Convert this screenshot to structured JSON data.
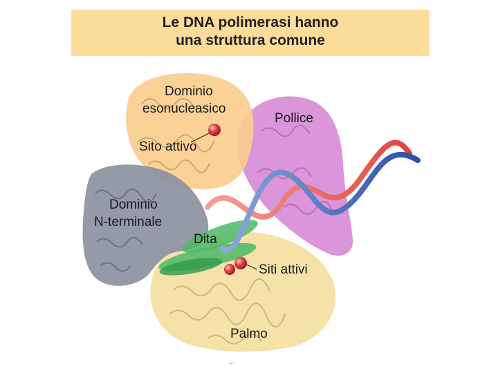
{
  "title": {
    "line1": "Le DNA polimerasi hanno",
    "line2": "una struttura comune"
  },
  "labels": {
    "exonuclease_domain_line1": "Dominio",
    "exonuclease_domain_line2": "esonucleasico",
    "thumb": "Pollice",
    "active_site": "Sito attivo",
    "n_terminal_domain_line1": "Dominio",
    "n_terminal_domain_line2": "N-terminale",
    "fingers": "Dita",
    "active_sites": "Siti attivi",
    "palm": "Palmo"
  },
  "footer_text": "···",
  "colors": {
    "title_banner": "#fbdc9b",
    "exonuclease_domain": "#f9cc8c",
    "thumb": "#d78ad6",
    "n_terminal_domain": "#8a8f9f",
    "fingers": "#4cb866",
    "palm": "#f3dfa0",
    "active_site_sphere": "#e8474b",
    "dna_strand_red": "#e8554e",
    "dna_strand_blue": "#3a5fb3"
  }
}
